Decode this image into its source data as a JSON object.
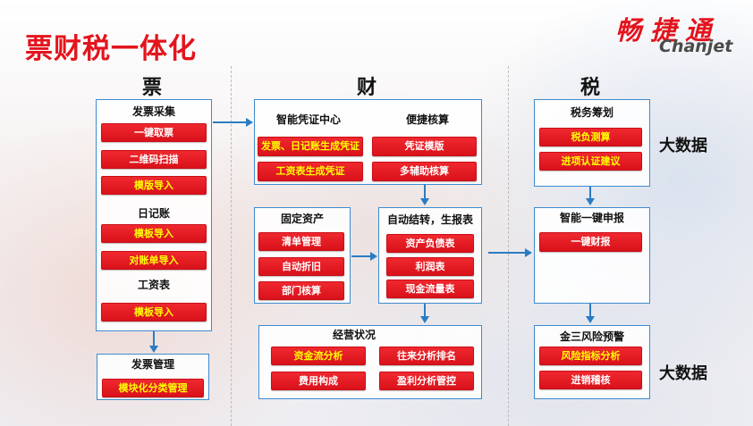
{
  "slide": {
    "title": "票财税一体化",
    "logo": {
      "cn": "畅捷通",
      "en": "Chanjet"
    }
  },
  "colors": {
    "brand_red": "#e3141d",
    "button_red": "#e5161e",
    "box_border": "#3d8bd0",
    "arrow_blue": "#2a7cc3",
    "text_yellow": "#ffff00",
    "text_white": "#ffffff"
  },
  "columns": {
    "piao": {
      "header": "票",
      "collect_box": {
        "sections": [
          {
            "label": "发票采集",
            "buttons": [
              {
                "label": "一键取票",
                "text_color": "#ffffff"
              },
              {
                "label": "二维码扫描",
                "text_color": "#ffffff"
              },
              {
                "label": "模版导入",
                "text_color": "#ffff00"
              }
            ]
          },
          {
            "label": "日记账",
            "buttons": [
              {
                "label": "模板导入",
                "text_color": "#ffff00"
              },
              {
                "label": "对账单导入",
                "text_color": "#ffff00"
              }
            ]
          },
          {
            "label": "工资表",
            "buttons": [
              {
                "label": "模板导入",
                "text_color": "#ffff00"
              }
            ]
          }
        ]
      },
      "invoice_mgmt_box": {
        "label": "发票管理",
        "buttons": [
          {
            "label": "模块化分类管理",
            "text_color": "#ffff00"
          }
        ]
      }
    },
    "cai": {
      "header": "财",
      "voucher_box": {
        "left_label": "智能凭证中心",
        "right_label": "便捷核算",
        "left_buttons": [
          {
            "label": "发票、日记账生成凭证",
            "text_color": "#ffff00"
          },
          {
            "label": "工资表生成凭证",
            "text_color": "#ffff00"
          }
        ],
        "right_buttons": [
          {
            "label": "凭证模版",
            "text_color": "#ffffff"
          },
          {
            "label": "多辅助核算",
            "text_color": "#ffffff"
          }
        ]
      },
      "fixed_assets_box": {
        "label": "固定资产",
        "buttons": [
          {
            "label": "清单管理",
            "text_color": "#ffffff"
          },
          {
            "label": "自动折旧",
            "text_color": "#ffffff"
          },
          {
            "label": "部门核算",
            "text_color": "#ffffff"
          }
        ]
      },
      "auto_report_box": {
        "label": "自动结转，生报表",
        "buttons": [
          {
            "label": "资产负债表",
            "text_color": "#ffffff"
          },
          {
            "label": "利润表",
            "text_color": "#ffffff"
          },
          {
            "label": "现金流量表",
            "text_color": "#ffffff"
          }
        ]
      },
      "operations_box": {
        "label": "经营状况",
        "buttons": [
          {
            "label": "资金流分析",
            "text_color": "#ffff00"
          },
          {
            "label": "往来分析排名",
            "text_color": "#ffffff"
          },
          {
            "label": "费用构成",
            "text_color": "#ffffff"
          },
          {
            "label": "盈利分析管控",
            "text_color": "#ffffff"
          }
        ]
      }
    },
    "shui": {
      "header": "税",
      "tax_planning_box": {
        "label": "税务筹划",
        "buttons": [
          {
            "label": "税负测算",
            "text_color": "#ffff00"
          },
          {
            "label": "进项认证建议",
            "text_color": "#ffff00"
          }
        ]
      },
      "declare_box": {
        "label": "智能一键申报",
        "buttons": [
          {
            "label": "一键财报",
            "text_color": "#ffffff"
          }
        ]
      },
      "risk_box": {
        "label": "金三风险预警",
        "buttons": [
          {
            "label": "风险指标分析",
            "text_color": "#ffff00"
          },
          {
            "label": "进销稽核",
            "text_color": "#ffffff"
          }
        ]
      },
      "big_data_labels": [
        "大数据",
        "大数据"
      ]
    }
  }
}
